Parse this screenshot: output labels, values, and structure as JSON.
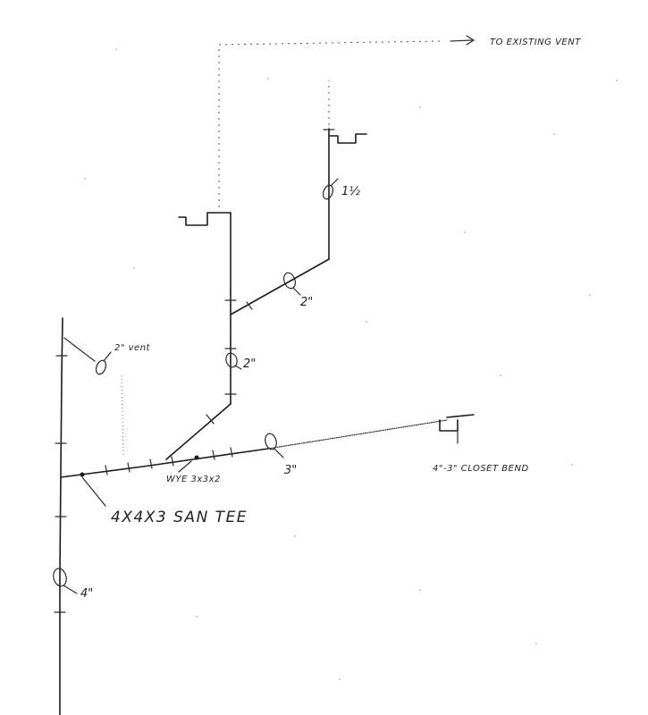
{
  "labels": {
    "to_existing_vent": "TO EXISTING VENT",
    "vent_2": "2\" vent",
    "size_1_5": "1½",
    "size_2_upper": "2\"",
    "size_2_lower": "2\"",
    "size_3": "3\"",
    "size_4": "4\"",
    "closet_bend": "4\"-3\" CLOSET BEND",
    "wye": "WYE 3x3x2",
    "san_tee": "4X4X3 SAN TEE"
  },
  "colors": {
    "ink": "#1c1c1c",
    "paper": "#ffffff"
  }
}
